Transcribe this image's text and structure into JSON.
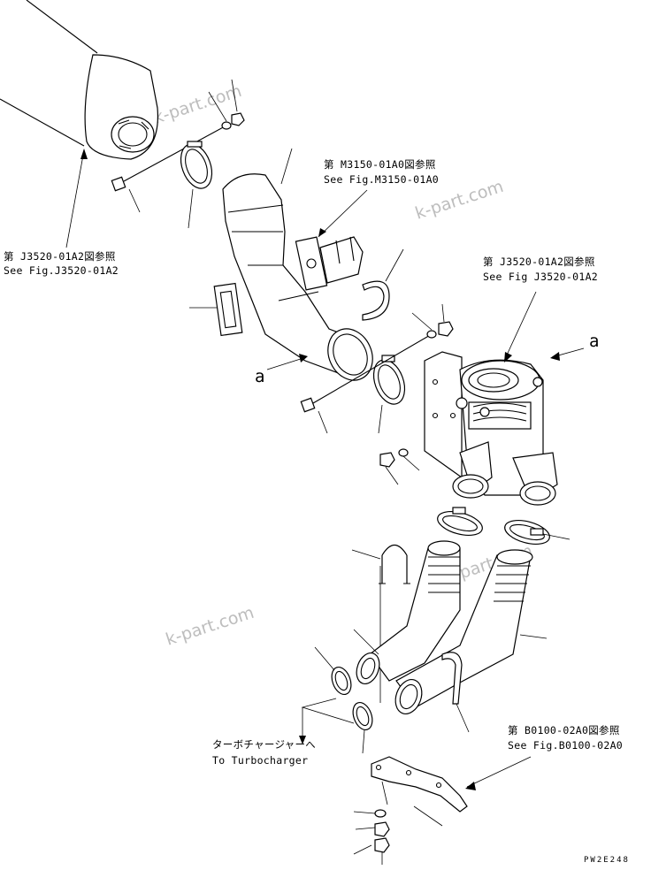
{
  "references": {
    "air_cleaner": {
      "jp": "第 J3520-01A2図参照",
      "en": "See Fig.J3520-01A2"
    },
    "bracket": {
      "jp": "第 M3150-01A0図参照",
      "en": "See Fig.M3150-01A0"
    },
    "aftercooler_connection": {
      "jp": "第 J3520-01A2図参照",
      "en": "See Fig J3520-01A2"
    },
    "support": {
      "jp": "第 B0100-02A0図参照",
      "en": "See Fig.B0100-02A0"
    }
  },
  "turbocharger": {
    "jp": "ターボチャージャーへ",
    "en": "To Turbocharger"
  },
  "callouts": {
    "a_left": "a",
    "a_right": "a"
  },
  "watermark": "k-part.com",
  "drawing_code": "PW2E248"
}
